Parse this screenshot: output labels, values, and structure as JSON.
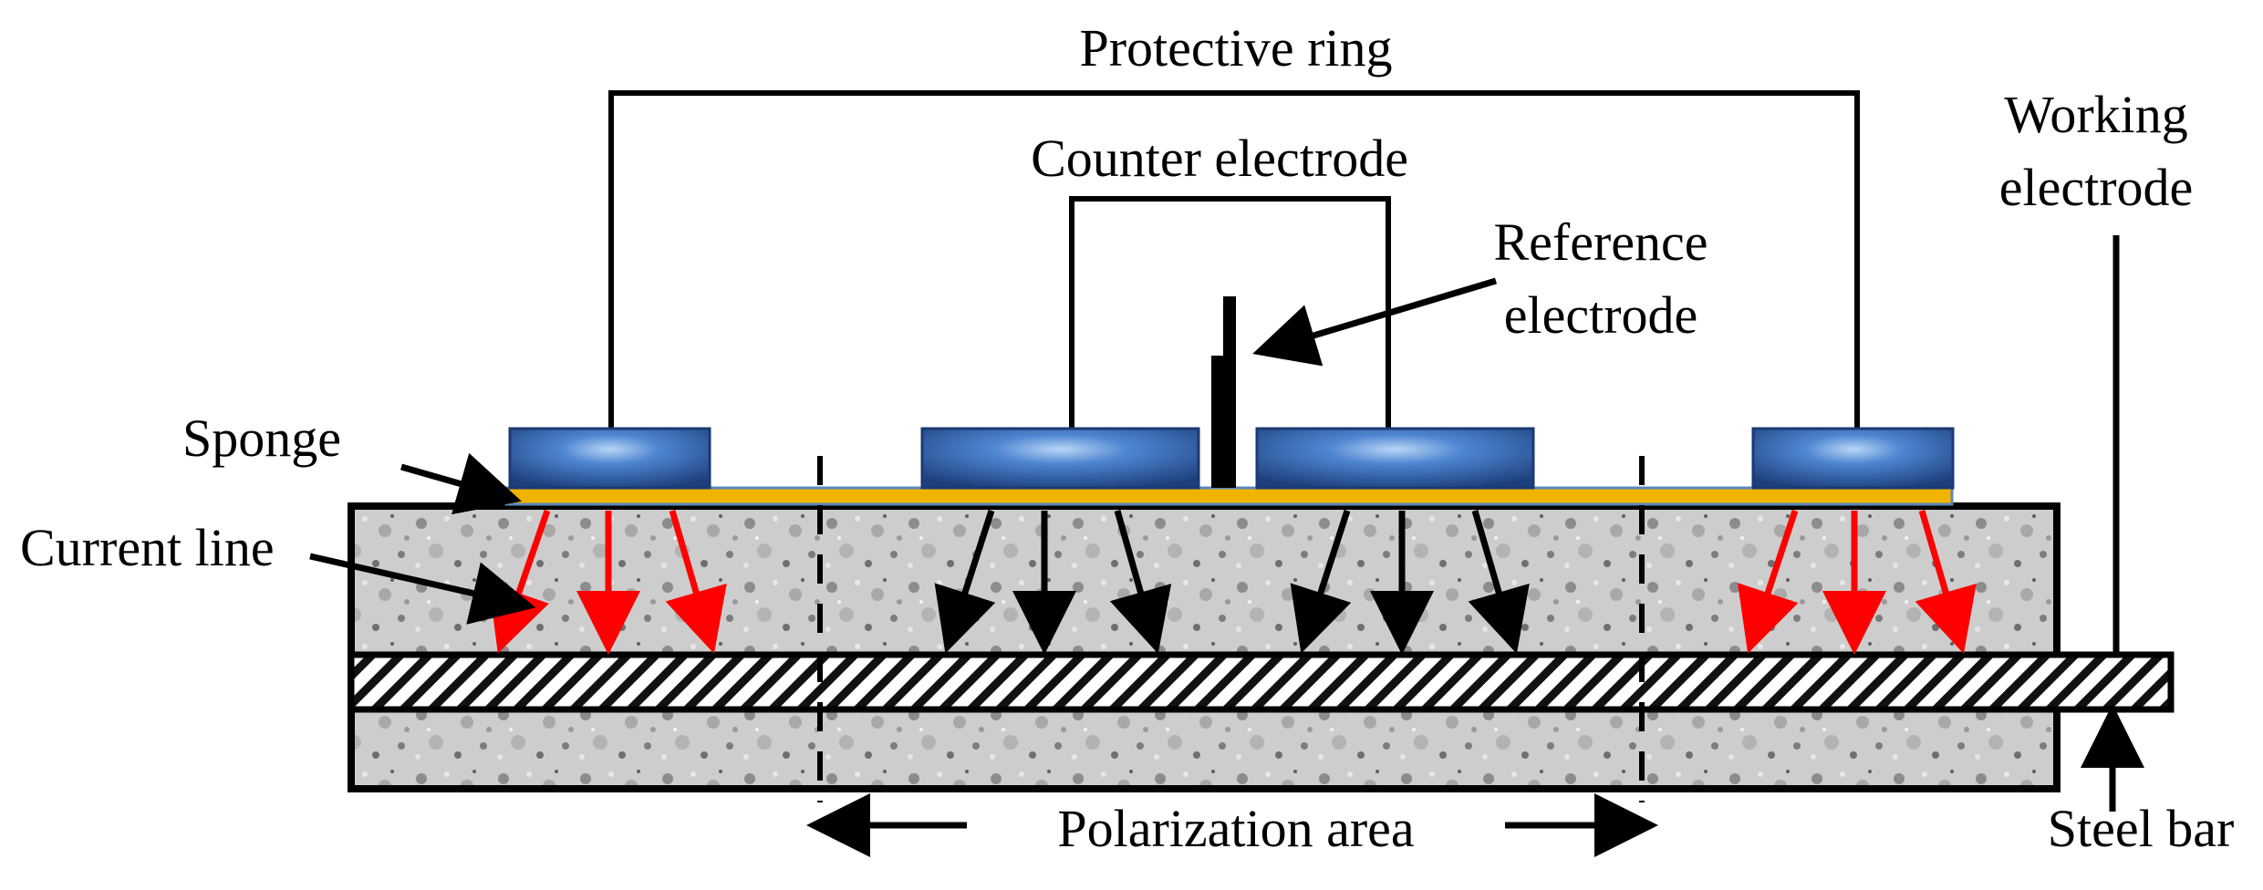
{
  "labels": {
    "protective_ring": "Protective ring",
    "counter_electrode": "Counter electrode",
    "reference_electrode_line1": "Reference",
    "reference_electrode_line2": "electrode",
    "working_electrode_line1": "Working",
    "working_electrode_line2": "electrode",
    "sponge": "Sponge",
    "current_line": "Current line",
    "polarization_area": "Polarization area",
    "steel_bar": "Steel bar"
  },
  "colors": {
    "concrete": "#c9c9c9",
    "electrode_blue": "#2f5ca6",
    "electrode_highlight": "#9fc3ee",
    "sponge_strip": "#f0b400",
    "guard_current_arrow": "#ff0000",
    "main_current_arrow": "#000000",
    "outline": "#000000"
  }
}
